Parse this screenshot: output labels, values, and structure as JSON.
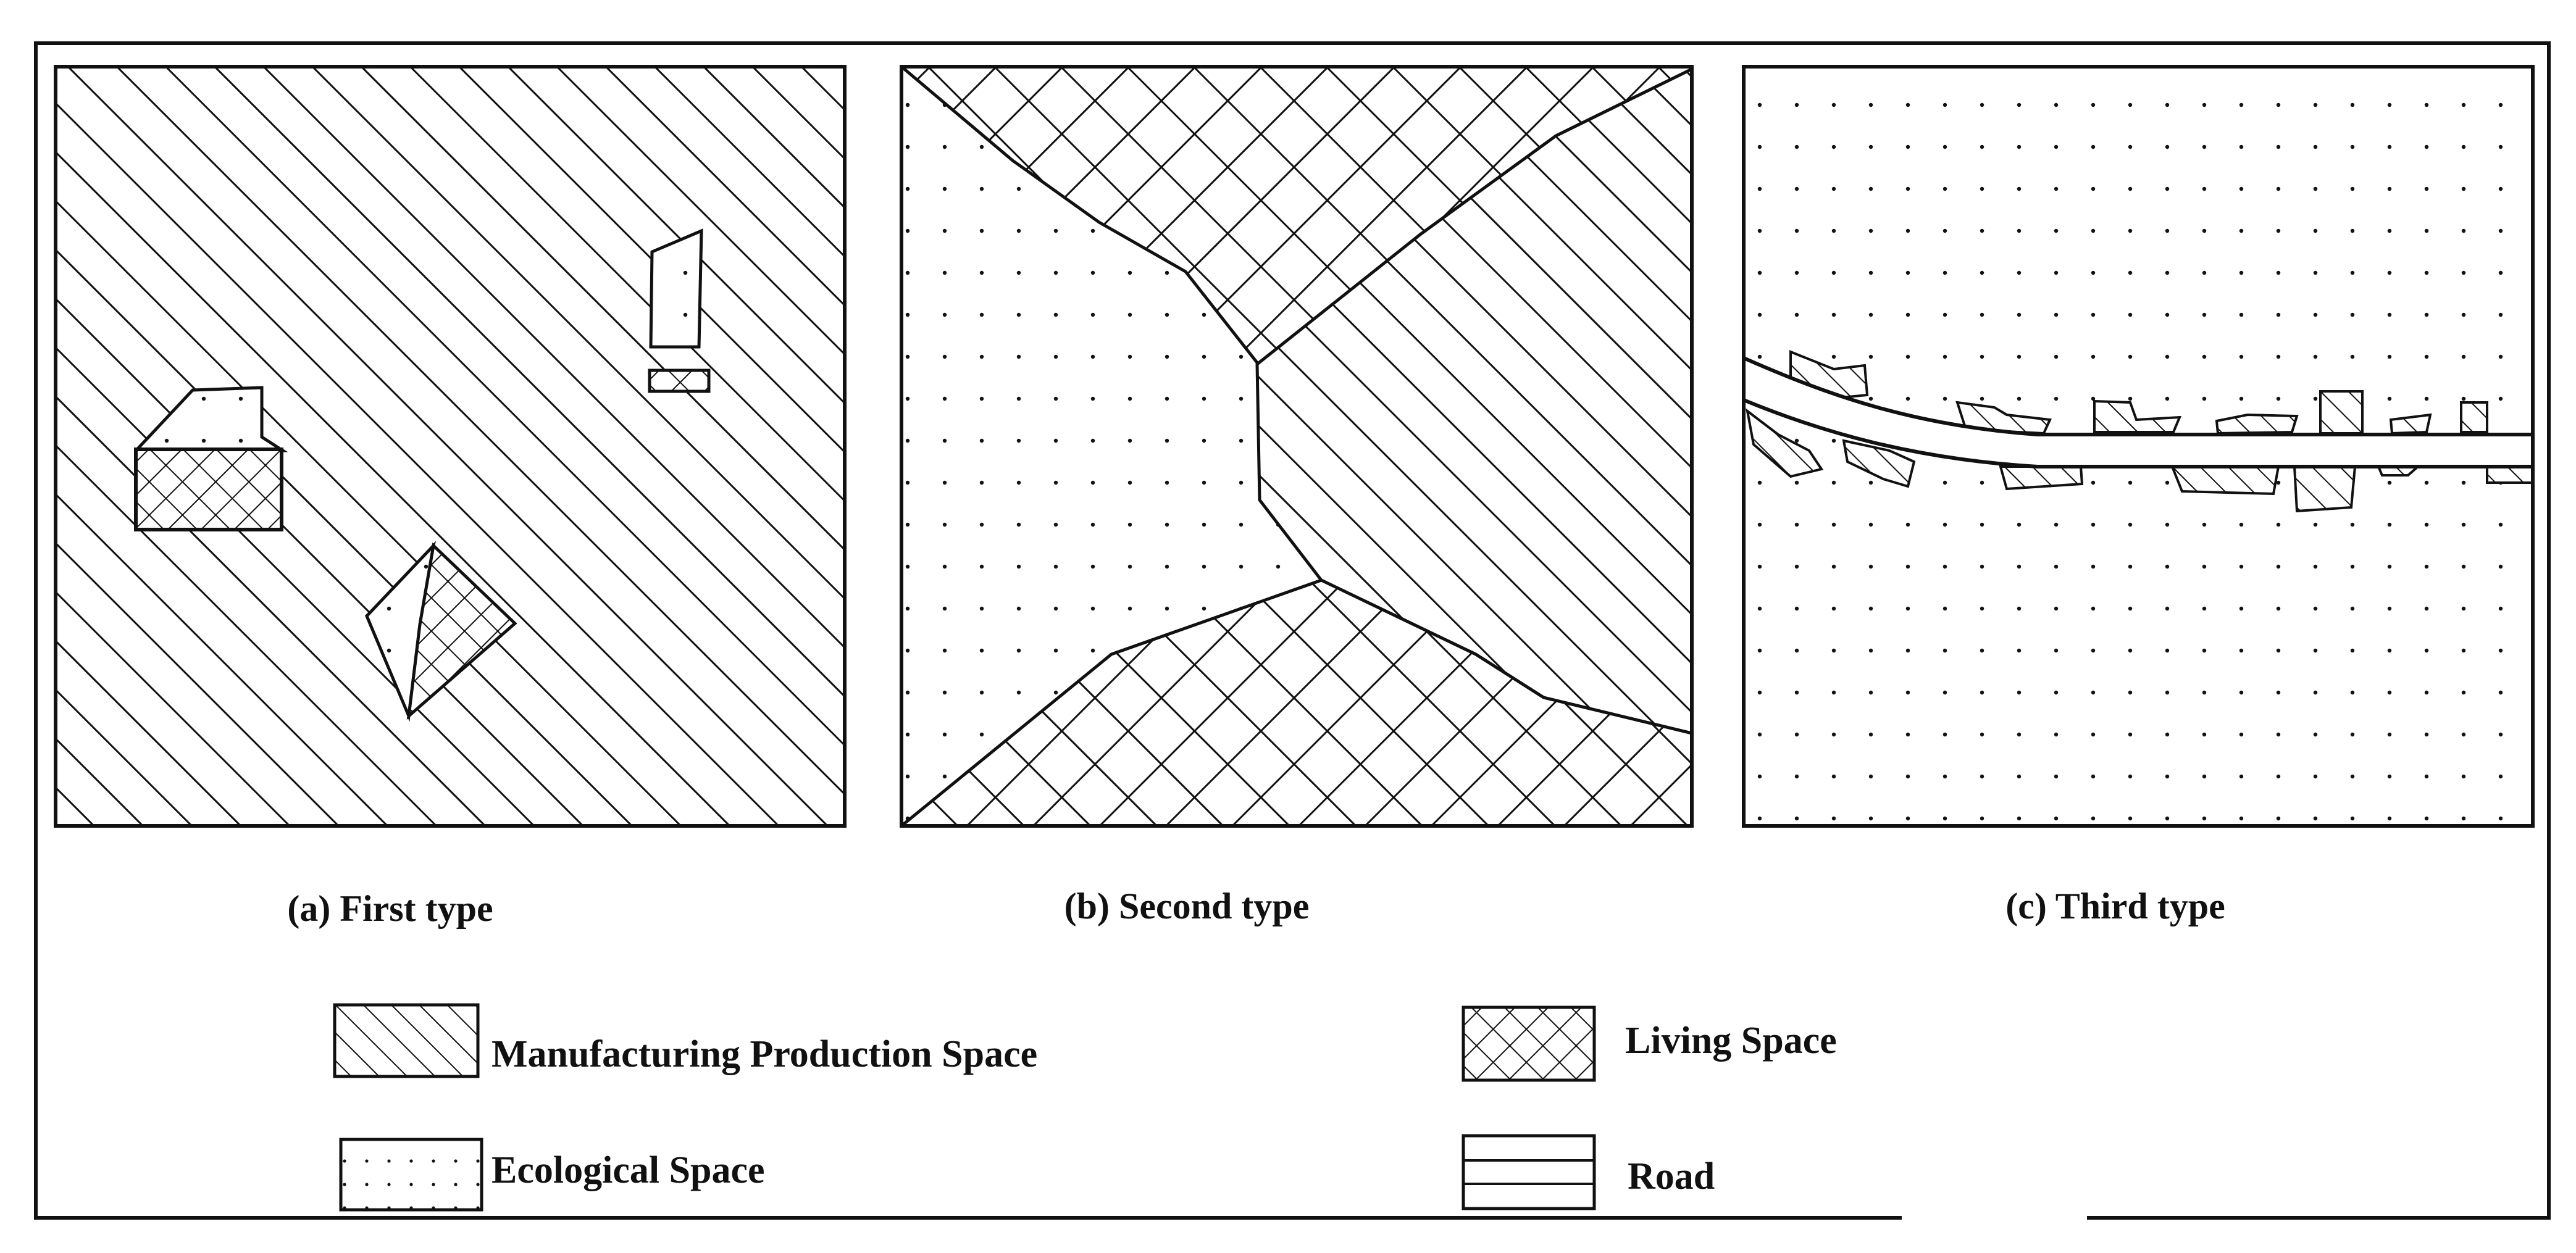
{
  "panels": [
    {
      "caption": "(a) First type"
    },
    {
      "caption": "(b) Second type"
    },
    {
      "caption": "(c) Third type"
    }
  ],
  "legend": {
    "manufacturing": "Manufacturing Production Space",
    "living": "Living Space",
    "ecological": "Ecological Space",
    "road": "Road"
  },
  "colors": {
    "ink": "#111111",
    "background": "#ffffff"
  }
}
